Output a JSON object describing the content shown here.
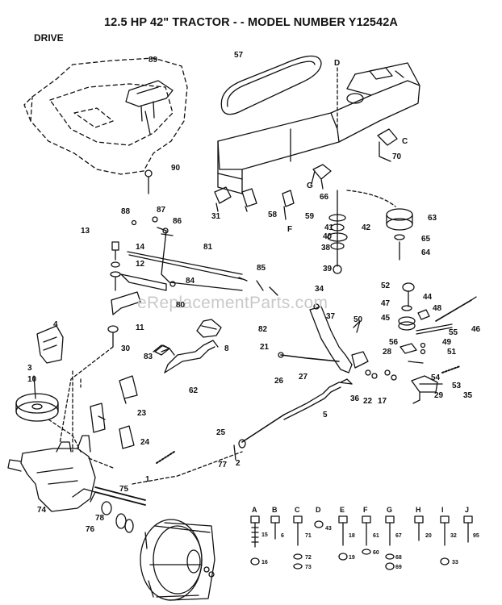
{
  "header": {
    "title": "12.5 HP 42\" TRACTOR - - MODEL NUMBER Y12542A",
    "section": "DRIVE"
  },
  "watermark": "eReplacementParts.com",
  "callouts": [
    "89",
    "57",
    "D",
    "90",
    "70",
    "C",
    "66",
    "G",
    "31",
    "58",
    "59",
    "F",
    "63",
    "65",
    "64",
    "42",
    "41",
    "40",
    "38",
    "39",
    "13",
    "14",
    "12",
    "88",
    "87",
    "86",
    "81",
    "85",
    "84",
    "80",
    "11",
    "30",
    "4",
    "3",
    "10",
    "83",
    "82",
    "21",
    "8",
    "62",
    "34",
    "37",
    "50",
    "52",
    "47",
    "45",
    "44",
    "48",
    "55",
    "46",
    "49",
    "51",
    "56",
    "54",
    "53",
    "35",
    "29",
    "28",
    "26",
    "27",
    "36",
    "22",
    "17",
    "5",
    "23",
    "24",
    "25",
    "2",
    "77",
    "1",
    "75",
    "74",
    "78",
    "76"
  ],
  "fastener_key": {
    "letters": [
      "A",
      "B",
      "C",
      "D",
      "E",
      "F",
      "G",
      "H",
      "I",
      "J"
    ],
    "numbers": [
      "15",
      "6",
      "71",
      "43",
      "18",
      "61",
      "67",
      "20",
      "32",
      "95",
      "16",
      "72",
      "73",
      "19",
      "60",
      "68",
      "69",
      "33"
    ]
  }
}
